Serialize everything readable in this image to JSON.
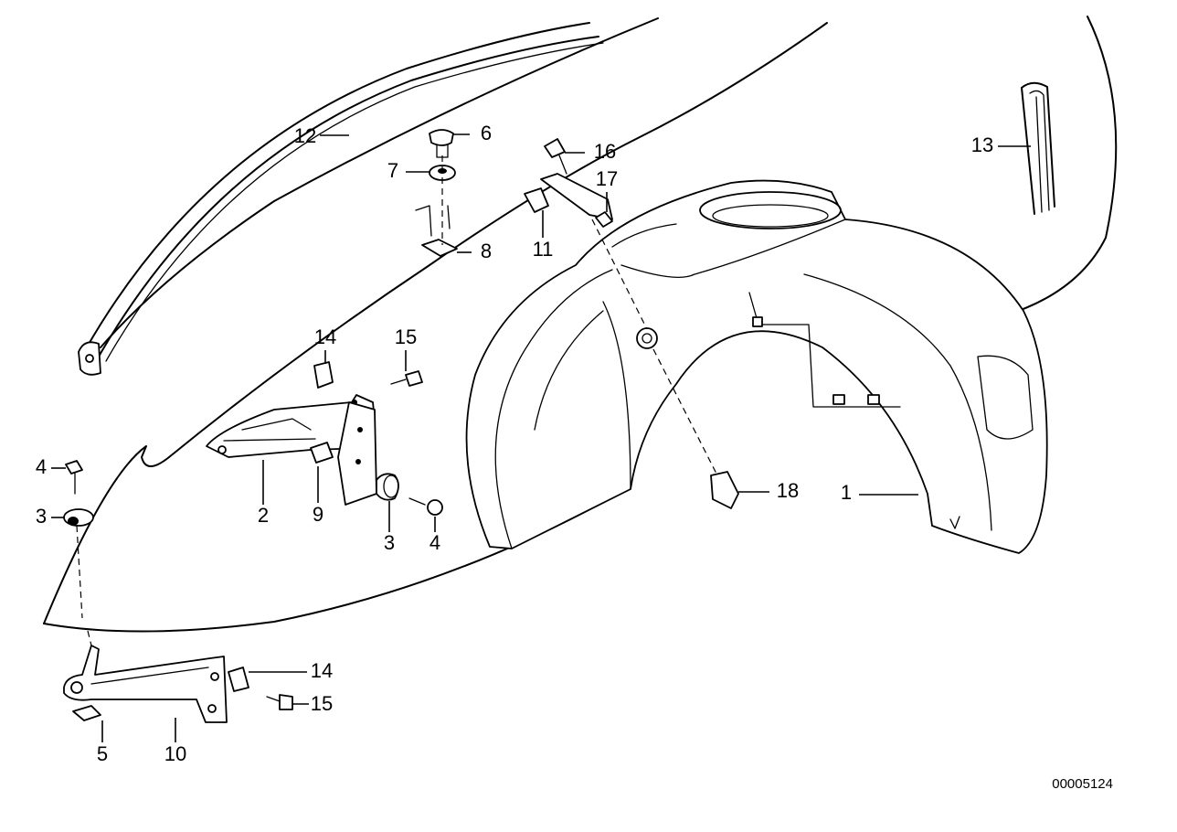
{
  "callouts": {
    "c1": "1",
    "c2": "2",
    "c3a": "3",
    "c3b": "3",
    "c4a": "4",
    "c4b": "4",
    "c5": "5",
    "c6": "6",
    "c7": "7",
    "c8": "8",
    "c9": "9",
    "c10": "10",
    "c11": "11",
    "c12": "12",
    "c13": "13",
    "c14a": "14",
    "c14b": "14",
    "c15a": "15",
    "c15b": "15",
    "c16": "16",
    "c17": "17",
    "c18": "18"
  },
  "reference_number": "00005124"
}
